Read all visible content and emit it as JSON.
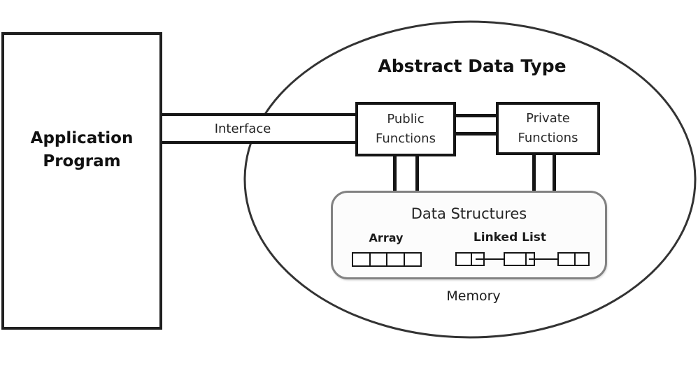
{
  "diagram": {
    "title": "Abstract Data Type",
    "application_program": {
      "line1": "Application",
      "line2": "Program"
    },
    "interface": {
      "label": "Interface"
    },
    "public_functions": {
      "line1": "Public",
      "line2": "Functions"
    },
    "private_functions": {
      "line1": "Private",
      "line2": "Functions"
    },
    "data_structures": {
      "title": "Data Structures",
      "array_label": "Array",
      "linked_list_label": "Linked List",
      "array_cell_count": 4,
      "linked_list_node_count": 3
    },
    "memory_label": "Memory",
    "icons": {
      "null_pointer": "crossed-box-icon"
    },
    "colors": {
      "line": "#151515",
      "text": "#1f1f1f",
      "ds_border": "#828282",
      "background": "#ffffff"
    }
  }
}
